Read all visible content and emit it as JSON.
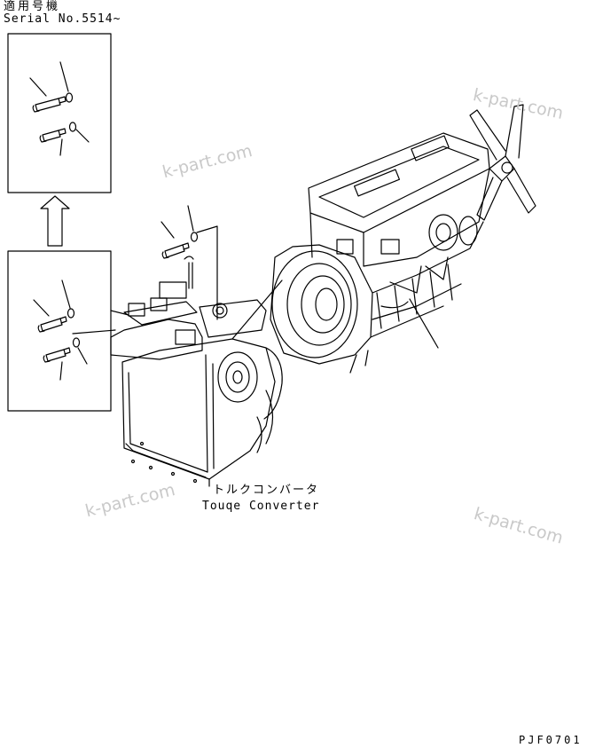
{
  "header": {
    "serial_label_jp": "適用号機",
    "serial_label_en": "Serial No.5514~"
  },
  "labels": {
    "torque_converter_jp": "トルクコンバータ",
    "torque_converter_en": "Touqe Converter"
  },
  "figure_code": "PJF0701",
  "watermark": "k-part.com",
  "colors": {
    "line": "#000000",
    "watermark": "#c9c9c9",
    "background": "#ffffff"
  }
}
